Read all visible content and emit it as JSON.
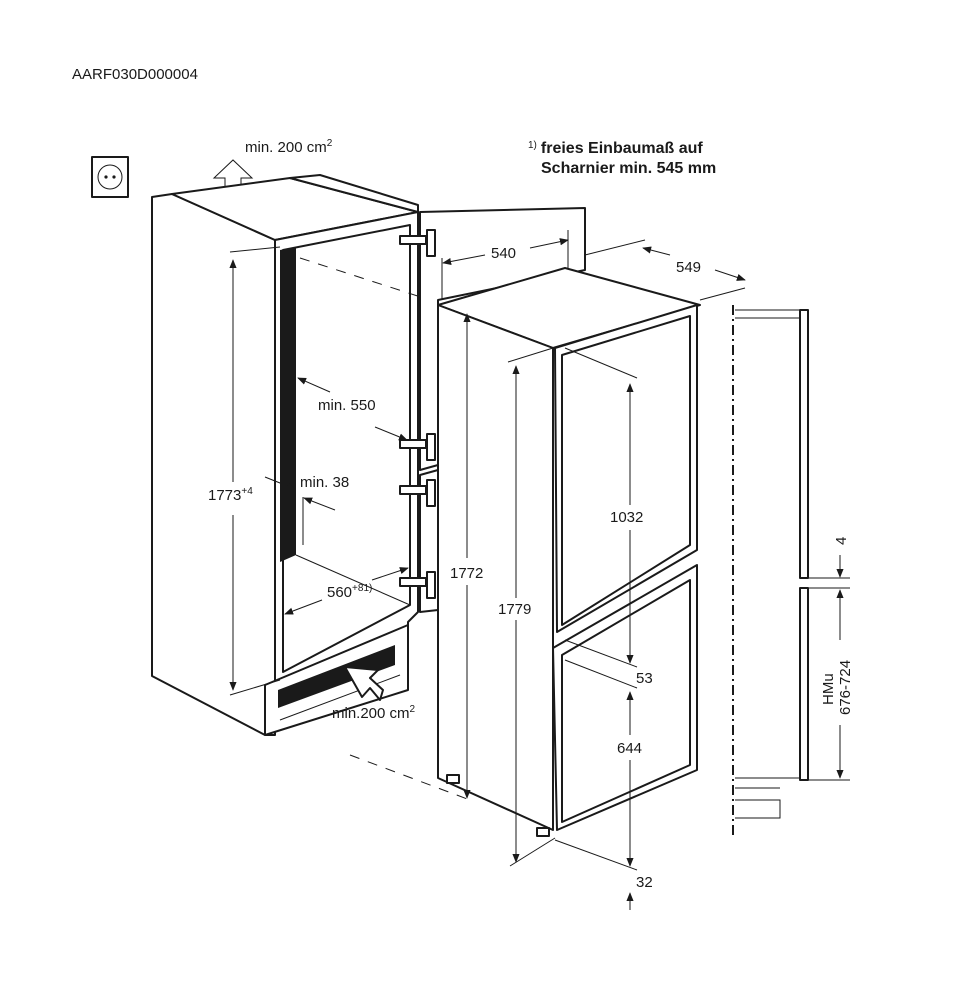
{
  "drawing_id": "AARF030D000004",
  "footnote": {
    "marker": "1)",
    "line1": "freies Einbaumaß auf",
    "line2": "Scharnier min. 545 mm"
  },
  "ventilation": {
    "top": "min. 200 cm",
    "bottom": "min.200 cm",
    "unit_exp": "2"
  },
  "niche": {
    "height": "1773",
    "height_tol": "+4",
    "depth": "min. 550",
    "gap": "min. 38",
    "width": "560",
    "width_tol": "+8",
    "width_note": "1)"
  },
  "appliance": {
    "width": "540",
    "depth": "549",
    "height": "1772",
    "height_total": "1779",
    "upper_door": "1032",
    "door_gap": "53",
    "lower_door": "644",
    "bottom_gap": "32"
  },
  "side_view": {
    "gap": "4",
    "hmu_label": "HMu",
    "hmu_range": "676-724"
  }
}
